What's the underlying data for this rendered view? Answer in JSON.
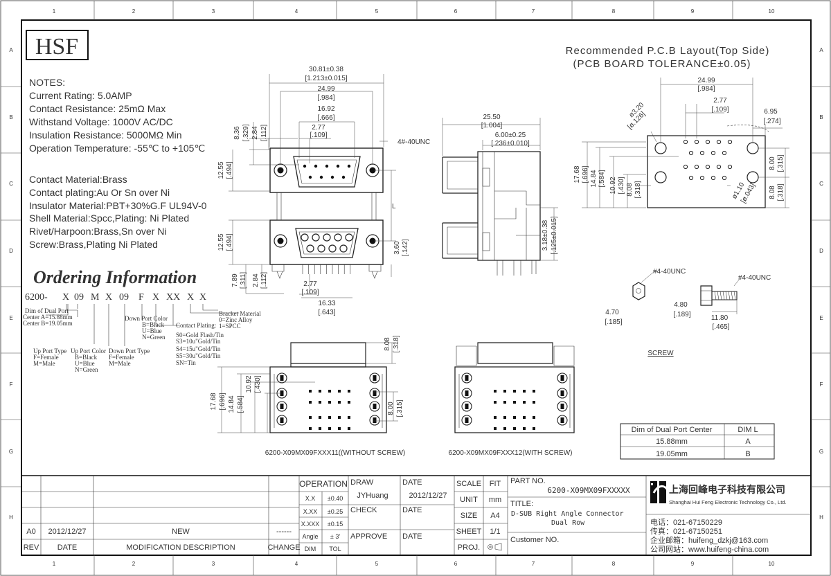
{
  "logo": "HSF",
  "grid": {
    "cols": [
      "1",
      "2",
      "3",
      "4",
      "5",
      "6",
      "7",
      "8",
      "9",
      "10"
    ],
    "rows": [
      "A",
      "B",
      "C",
      "D",
      "E",
      "F",
      "G",
      "H"
    ]
  },
  "notes": {
    "heading": "NOTES:",
    "lines": [
      "Current Rating: 5.0AMP",
      "Contact Resistance: 25mΩ Max",
      "Withstand Voltage: 1000V AC/DC",
      "Insulation Resistance: 5000MΩ Min",
      "Operation Temperature: -55℃ to +105℃"
    ],
    "materials": [
      "Contact Material:Brass",
      "Contact plating:Au Or Sn over Ni",
      "Insulator Material:PBT+30%G.F UL94V-0",
      "Shell Material:Spcc,Plating: Ni Plated",
      "Rivet/Harpoon:Brass,Sn over Ni",
      "Screw:Brass,Plating Ni Plated"
    ]
  },
  "ordering": {
    "title": "Ordering Information",
    "code": [
      "6200-",
      "X",
      "09",
      "M",
      "X",
      "09",
      "F",
      "X",
      "XX",
      "X",
      "X"
    ],
    "dual_port": {
      "label": "Dim of Dual Port",
      "a": "Center A=15.88mm",
      "b": "Center B=19.05mm"
    },
    "up_type": {
      "label": "Up Port Type",
      "opts": [
        "F=Female",
        "M=Male"
      ]
    },
    "up_color": {
      "label": "Up Port Color",
      "opts": [
        "B=Black",
        "U=Blue",
        "N=Green"
      ]
    },
    "down_type": {
      "label": "Down Port Type",
      "opts": [
        "F=Female",
        "M=Male"
      ]
    },
    "down_color": {
      "label": "Down Port Color",
      "opts": [
        "B=Black",
        "U=Blue",
        "N=Green"
      ]
    },
    "plating": {
      "label": "Contact Plating:",
      "opts": [
        "S0=Gold Flash/Tin",
        "S3=10u\"Gold/Tin",
        "S4=15u\"Gold/Tin",
        "S5=30u\"Gold/Tin",
        "SN=Tin"
      ]
    },
    "bracket": {
      "label": "Bracket Material",
      "opts": [
        "0=Zinc Alloy",
        "1=SPCC"
      ]
    }
  },
  "front_view": {
    "d_total": "30.81±0.38",
    "d_total_in": "[1.213±0.015]",
    "d_2499": "24.99",
    "d_2499_in": "[.984]",
    "d_1692": "16.92",
    "d_1692_in": "[.666]",
    "d_277": "2.77",
    "d_277_in": "[.109]",
    "d_836": "8.36",
    "d_836_in": "[.329]",
    "d_284": "2.84",
    "d_284_in": "[.112]",
    "d_1255": "12.55",
    "d_1255_in": "[.494]",
    "d_1255b": "12.55",
    "d_1255b_in": "[.494]",
    "thread": "4#-40UNC",
    "d_L": "L",
    "d_360": "3.60",
    "d_360_in": "[.142]",
    "d_789": "7.89",
    "d_789_in": "[.311]",
    "d_284b": "2.84",
    "d_284b_in": "[.112]",
    "d_277b": "2.77",
    "d_277b_in": "[.109]",
    "d_1633": "16.33",
    "d_1633_in": "[.643]"
  },
  "side_view": {
    "d_2550": "25.50",
    "d_2550_in": "[1.004]",
    "d_600": "6.00±0.25",
    "d_600_in": "[.236±0.010]",
    "d_318": "3.18±0.38",
    "d_318_in": "[.125±0.015]"
  },
  "pcb": {
    "title": "Recommended P.C.B Layout(Top Side)",
    "subtitle": "(PCB BOARD TOLERANCE±0.05)",
    "d_2499": "24.99",
    "d_2499_in": "[.984]",
    "d_277": "2.77",
    "d_277_in": "[.109]",
    "d_695": "6.95",
    "d_695_in": "[.274]",
    "d_320": "ø3.20",
    "d_320_in": "[ø.126]",
    "d_1768": "17.68",
    "d_1768_in": "[.696]",
    "d_1484": "14.84",
    "d_1484_in": "[.584]",
    "d_1092": "10.92",
    "d_1092_in": "[.430]",
    "d_808": "8.08",
    "d_808_in": "[.318]",
    "d_800": "8.00",
    "d_800_in": "[.315]",
    "d_808r": "8.08",
    "d_808r_in": "[.318]",
    "d_110": "ø1.10",
    "d_110_in": "[ø.043]"
  },
  "screw": {
    "thread1": "#4-40UNC",
    "thread2": "#4-40UNC",
    "d_470": "4.70",
    "d_470_in": "[.185]",
    "d_480": "4.80",
    "d_480_in": "[.189]",
    "d_1180": "11.80",
    "d_1180_in": "[.465]",
    "label": "SCREW"
  },
  "bottom_views": {
    "left_caption": "6200-X09MX09FXXX11((WITHOUT SCREW)",
    "right_caption": "6200-X09MX09FXXX12(WITH SCREW)",
    "d_808": "8.08",
    "d_808_in": "[.318]",
    "d_1768": "17.68",
    "d_1768_in": "[.696]",
    "d_1484": "14.84",
    "d_1484_in": "[.584]",
    "d_1092": "10.92",
    "d_1092_in": "[.430]",
    "d_800": "8.00",
    "d_800_in": "[.315]"
  },
  "dim_table": {
    "headers": [
      "Dim of Dual Port Center",
      "DIM L"
    ],
    "rows": [
      [
        "15.88mm",
        "A"
      ],
      [
        "19.05mm",
        "B"
      ]
    ]
  },
  "title_block": {
    "rev_row": [
      "A0",
      "2012/12/27",
      "NEW",
      "------"
    ],
    "headers": [
      "REV",
      "DATE",
      "MODIFICATION DESCRIPTION",
      "CHANGE"
    ],
    "operation": "OPERATION",
    "tol": [
      [
        "X.X",
        "±0.40"
      ],
      [
        "X.XX",
        "±0.25"
      ],
      [
        "X.XXX",
        "±0.15"
      ],
      [
        "Angle",
        "± 3'"
      ]
    ],
    "tol_footer": [
      "DIM",
      "TOL"
    ],
    "draw": "DRAW",
    "draw_name": "JYHuang",
    "date_label": "DATE",
    "date_val": "2012/12/27",
    "check": "CHECK",
    "check_date": "DATE",
    "approve": "APPROVE",
    "approve_date": "DATE",
    "scale": "SCALE",
    "fit": "FIT",
    "unit": "UNIT",
    "unit_val": "mm",
    "size": "SIZE",
    "size_val": "A4",
    "sheet": "SHEET",
    "sheet_val": "1/1",
    "proj": "PROJ.",
    "part_no_label": "PART NO.",
    "part_no": "6200-X09MX09FXXXXX",
    "title_label": "TITLE:",
    "title_l1": "D-SUB Right Angle Connector",
    "title_l2": "Dual Row",
    "customer": "Customer NO.",
    "company_cn": "上海回峰电子科技有限公司",
    "company_en": "Shanghai Hui Feng Electronic Technology Co., Ltd.",
    "phone": "电话：021-67150229",
    "fax": "传真：021-67150251",
    "email": "企业邮箱：huifeng_dzkj@163.com",
    "web": "公司网站：www.huifeng-china.com"
  }
}
